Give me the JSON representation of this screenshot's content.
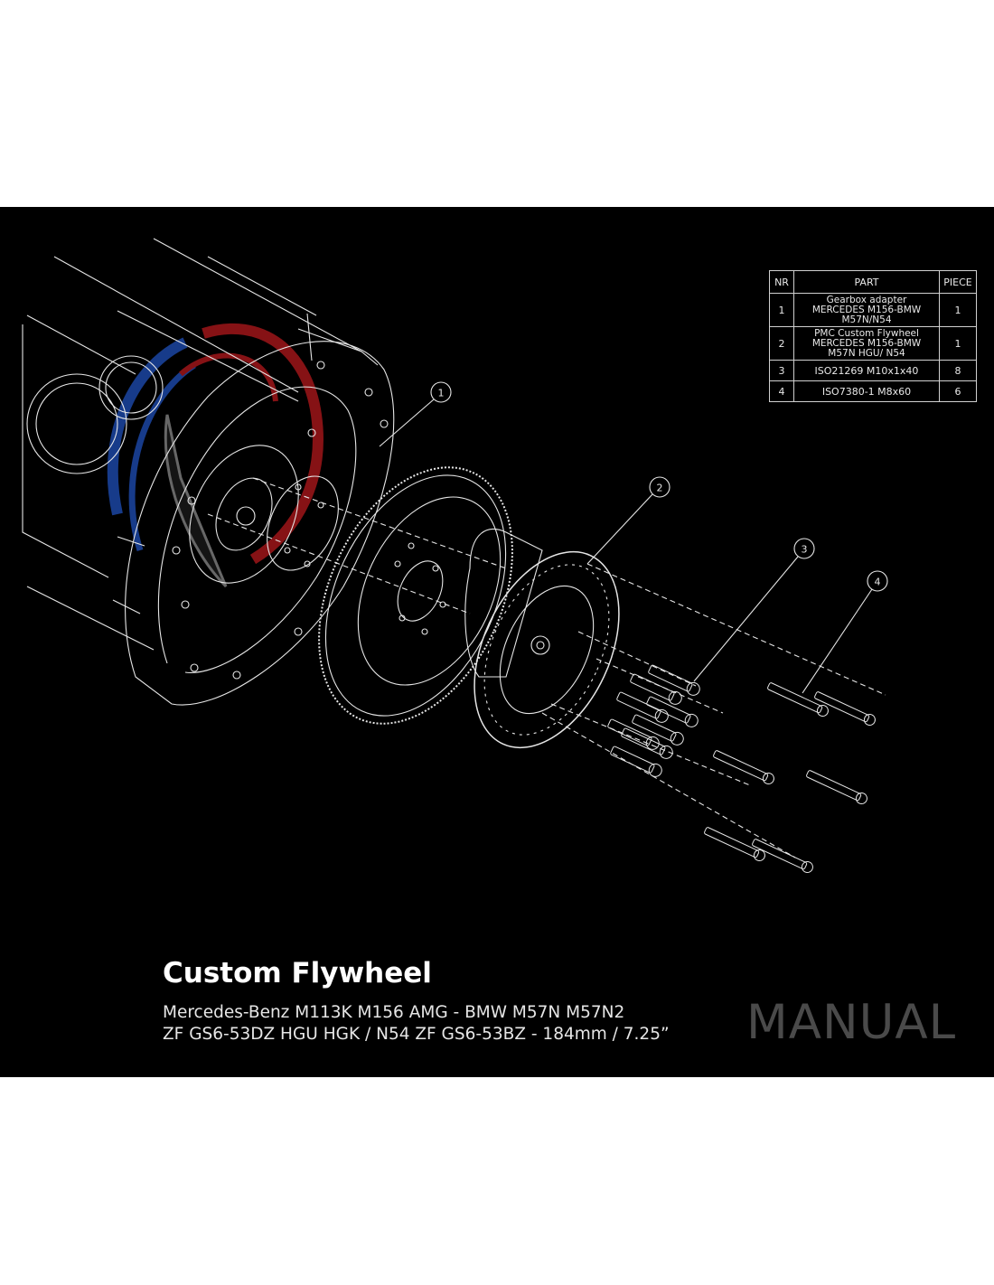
{
  "bom": {
    "headers": {
      "nr": "NR",
      "part": "PART",
      "piece": "PIECE"
    },
    "rows": [
      {
        "nr": "1",
        "part": [
          "Gearbox adapter",
          "MERCEDES M156-BMW",
          "M57N/N54"
        ],
        "piece": "1"
      },
      {
        "nr": "2",
        "part": [
          "PMC Custom Flywheel",
          "MERCEDES M156-BMW",
          "M57N HGU/ N54"
        ],
        "piece": "1"
      },
      {
        "nr": "3",
        "part": [
          "ISO21269 M10x1x40"
        ],
        "piece": "8"
      },
      {
        "nr": "4",
        "part": [
          "ISO7380-1 M8x60"
        ],
        "piece": "6"
      }
    ]
  },
  "callouts": [
    "1",
    "2",
    "3",
    "4"
  ],
  "title": "Custom Flywheel",
  "subtitle_line1": "Mercedes-Benz M113K M156 AMG - BMW M57N M57N2",
  "subtitle_line2": "ZF GS6-53DZ HGU HGK / N54 ZF GS6-53BZ - 184mm / 7.25”",
  "watermark": "MANUAL",
  "colors": {
    "background": "#000000",
    "line": "#e6e6e6",
    "logo_red": "#b3181c",
    "logo_blue": "#1f4fb8",
    "watermark": "#4a4a4a"
  },
  "icons": [
    "engine-block-drawing",
    "gearbox-adapter-drawing",
    "flywheel-drawing",
    "pmc-logo-watermark"
  ]
}
